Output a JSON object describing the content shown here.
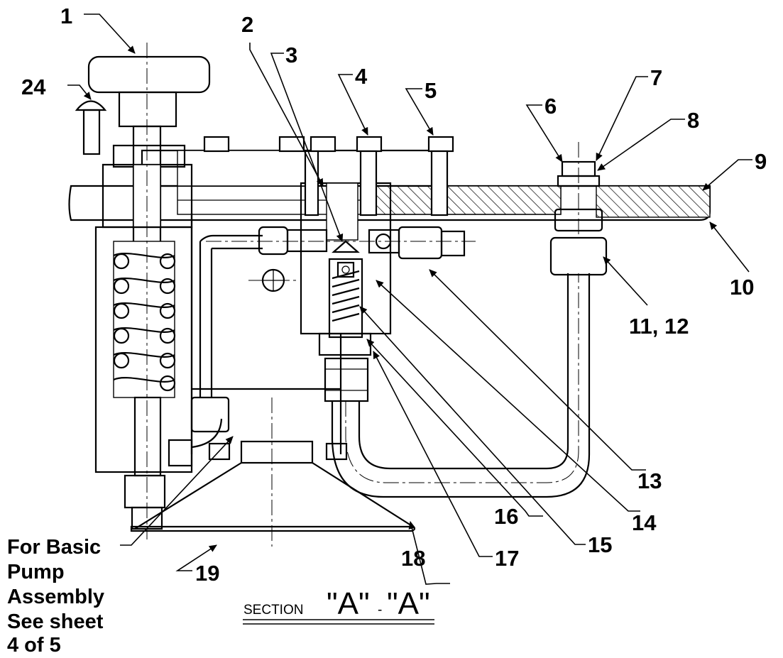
{
  "callouts": {
    "c1": "1",
    "c2": "2",
    "c3": "3",
    "c4": "4",
    "c5": "5",
    "c6": "6",
    "c7": "7",
    "c8": "8",
    "c9": "9",
    "c10": "10",
    "c11_12": "11, 12",
    "c13": "13",
    "c14": "14",
    "c15": "15",
    "c16": "16",
    "c17": "17",
    "c18": "18",
    "c19": "19",
    "c24": "24"
  },
  "note": {
    "line1": "For Basic",
    "line2": "Pump",
    "line3": "Assembly",
    "line4": "See sheet",
    "line5": "4 of 5"
  },
  "section": {
    "word": "SECTION",
    "letter_a": "\"A\"",
    "dash": "-",
    "letter_b": "\"A\""
  }
}
